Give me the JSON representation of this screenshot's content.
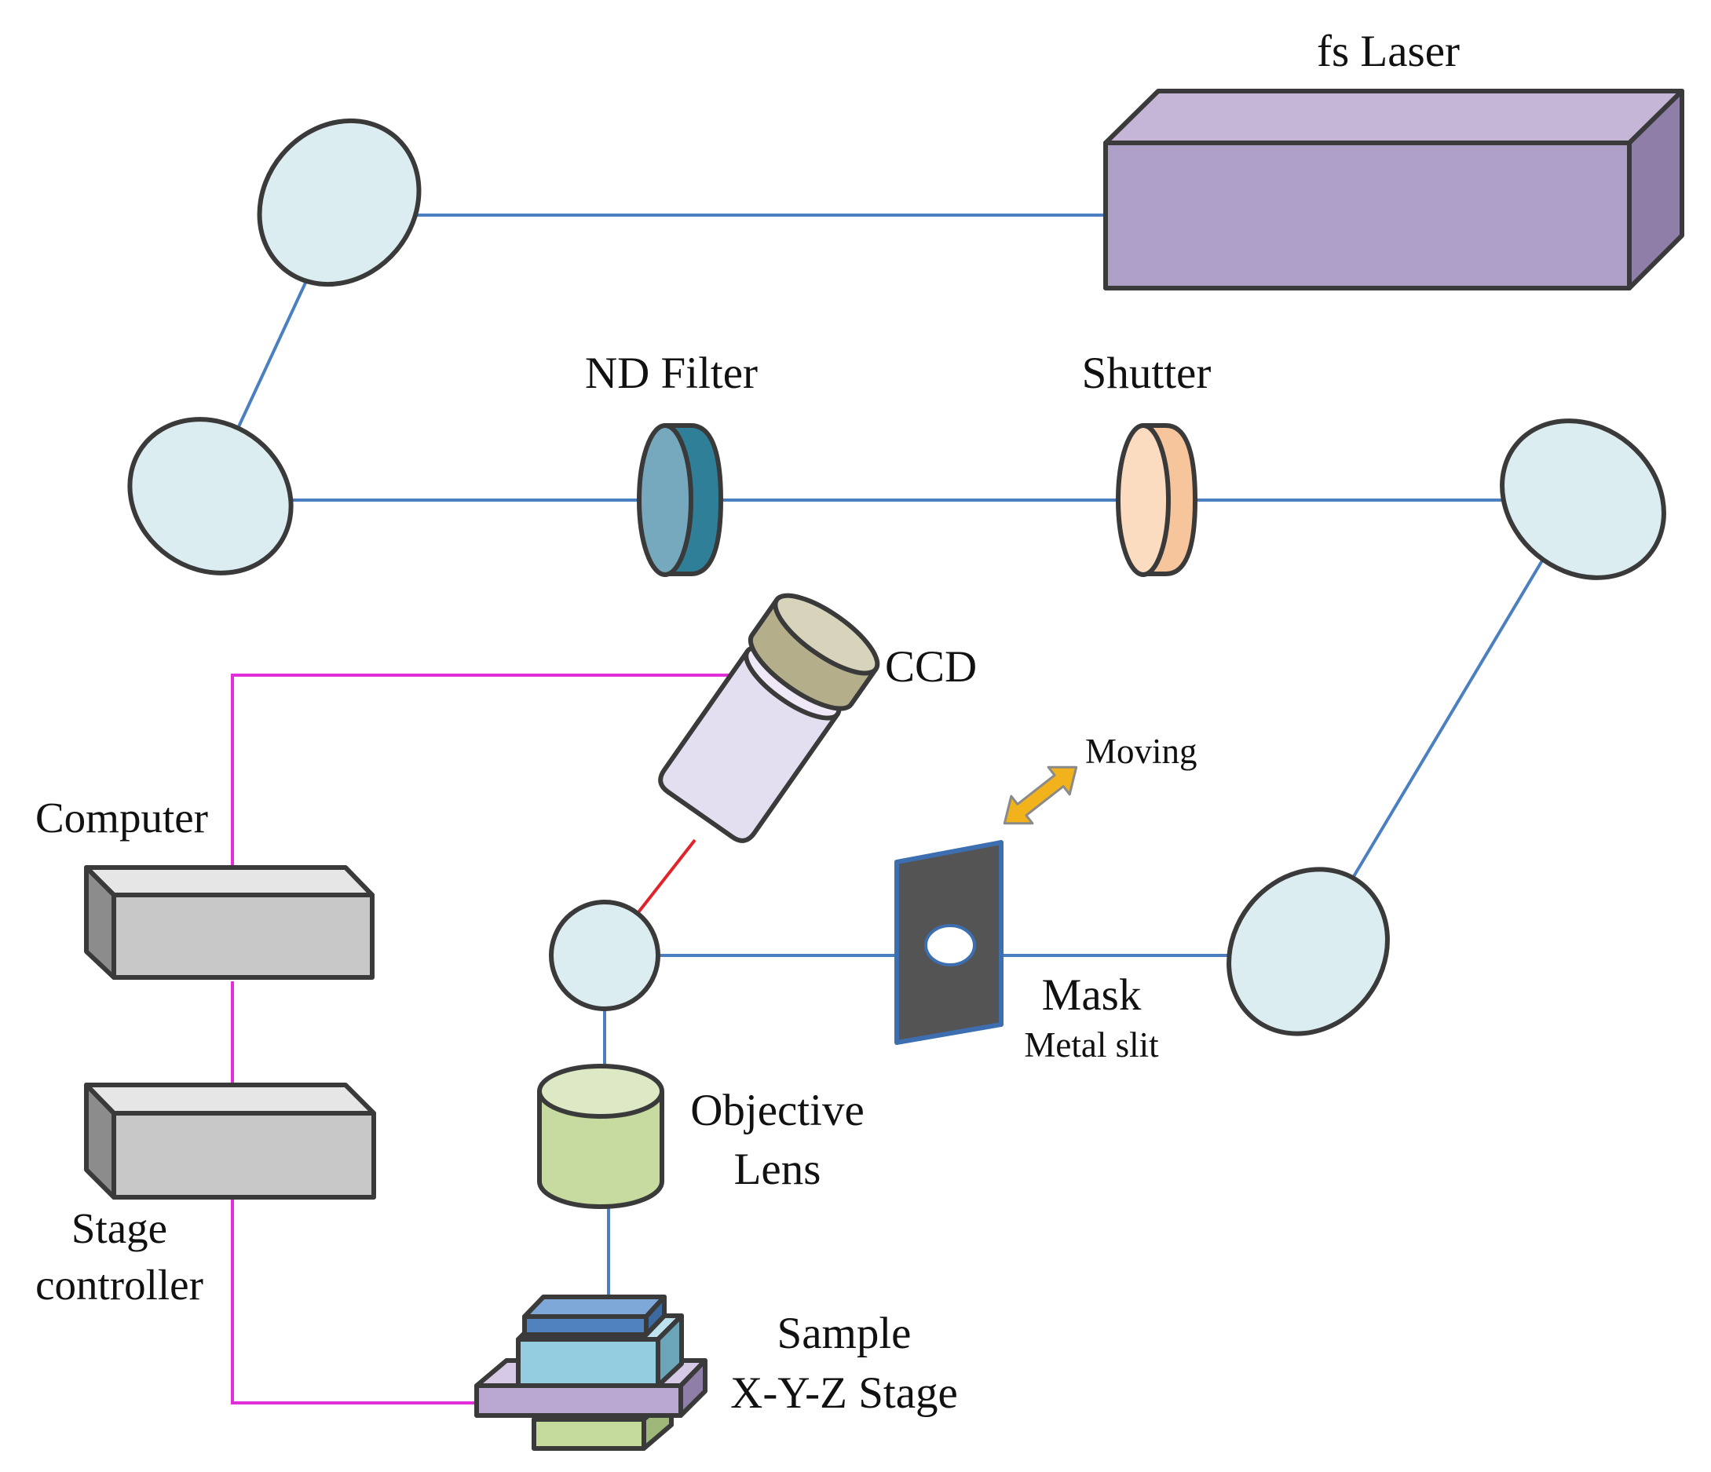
{
  "labels": {
    "fs_laser": "fs Laser",
    "nd_filter": "ND Filter",
    "shutter": "Shutter",
    "ccd": "CCD",
    "moving": "Moving",
    "computer": "Computer",
    "mask": "Mask",
    "metal_slit": "Metal slit",
    "objective_line1": "Objective",
    "objective_line2": "Lens",
    "stage_line1": "Stage",
    "stage_line2": "controller",
    "sample": "Sample",
    "xyz_stage": "X-Y-Z Stage"
  },
  "colors": {
    "beam": "#4a7fc0",
    "signal_cable": "#e02fd8",
    "imaging_path": "#e0242a",
    "mirror_fill": "#dcedf2",
    "laser_front": "#ae9fc6",
    "laser_top": "#c5b6d7",
    "laser_side": "#8f7fa8",
    "nd_filter": "#2f7f99",
    "shutter": "#f7c59c",
    "ccd_body": "#e4dff0",
    "ccd_cap": "#c9c5a6",
    "mask": "#545454",
    "objective": "#c7da9f",
    "box_front": "#c8c8c8",
    "box_side": "#8c8c8c",
    "sample": "#5c8dc6",
    "stage_top": "#95cde0",
    "stage_plate": "#b9a7d1",
    "stage_base": "#c5db9c",
    "arrow": "#f2b21c"
  },
  "icons": {
    "moving_arrow": "double-headed-arrow-icon"
  }
}
